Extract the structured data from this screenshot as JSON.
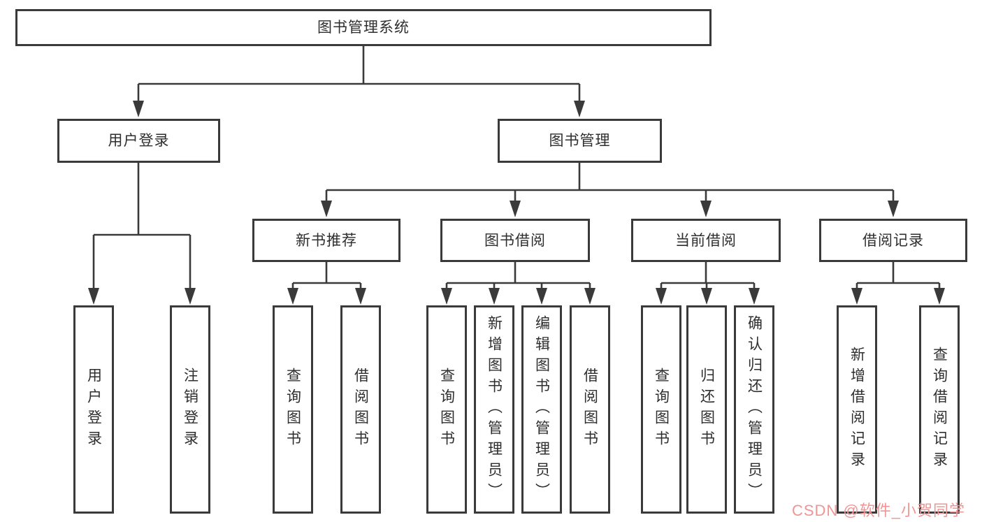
{
  "diagram": {
    "root": "图书管理系统",
    "user_login": {
      "label": "用户登录",
      "children": [
        "用户登录",
        "注销登录"
      ]
    },
    "book_mgmt": {
      "label": "图书管理",
      "modules": [
        {
          "label": "新书推荐",
          "children": [
            "查询图书",
            "借阅图书"
          ]
        },
        {
          "label": "图书借阅",
          "children": [
            "查询图书",
            "新增图书（管理员）",
            "编辑图书（管理员）",
            "借阅图书"
          ]
        },
        {
          "label": "当前借阅",
          "children": [
            "查询图书",
            "归还图书",
            "确认归还（管理员）"
          ]
        },
        {
          "label": "借阅记录",
          "children": [
            "新增借阅记录",
            "查询借阅记录"
          ]
        }
      ]
    }
  },
  "watermark": "CSDN @软件_小贺同学",
  "colors": {
    "line": "#3a3a3a",
    "text": "#2e2e2e",
    "watermark": "#f09595",
    "background": "#ffffff"
  }
}
